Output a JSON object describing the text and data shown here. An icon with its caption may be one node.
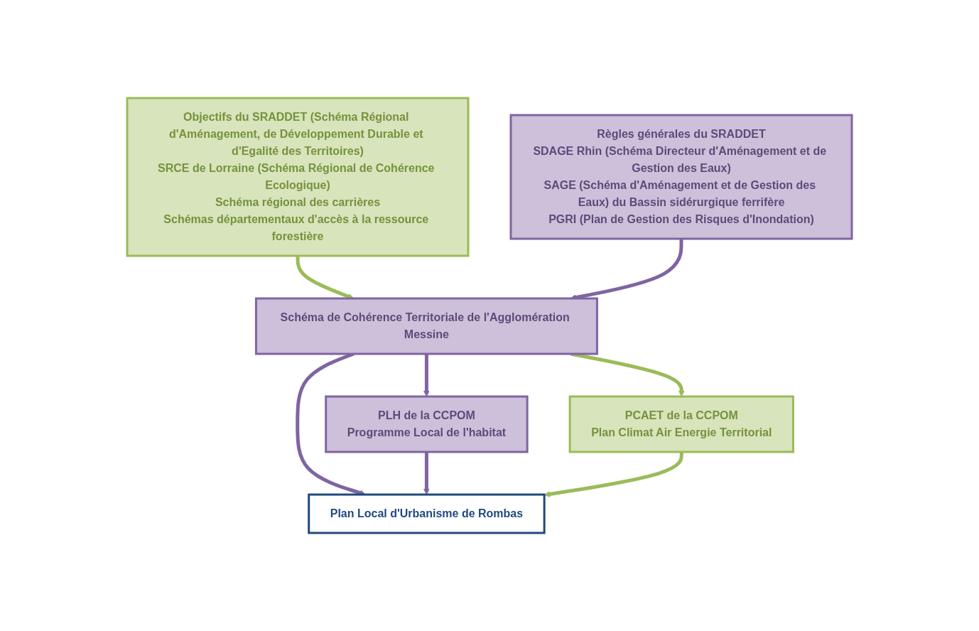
{
  "diagram": {
    "nodes": [
      {
        "text": [
          "Objectifs du SRADDET (Schéma Régional d'Aménagement, de Développement Durable et d'Egalité des Territoires)",
          "SRCE de Lorraine (Schéma Régional de Cohérence Ecologique)",
          "Schéma régional des carrières",
          "Schémas départementaux d'accès à la ressource forestière"
        ]
      },
      {
        "text": [
          "Règles générales du SRADDET",
          "SDAGE Rhin (Schéma Directeur d'Aménagement et de Gestion des Eaux)",
          "SAGE (Schéma d'Aménagement et de Gestion des Eaux) du Bassin sidérurgique ferrifère",
          "PGRI (Plan de Gestion des Risques d'Inondation)"
        ]
      },
      {
        "text": [
          "Schéma de Cohérence Territoriale de l'Agglomération Messine"
        ]
      },
      {
        "text": [
          "PCAET de la CCPOM",
          "Plan Climat Air Energie Territorial"
        ]
      },
      {
        "text": [
          "PLH de la CCPOM",
          "Programme Local de l'habitat"
        ]
      },
      {
        "text": [
          "Plan Local d'Urbanisme de Rombas"
        ]
      }
    ],
    "edges": [
      {
        "from": 0,
        "to": 2,
        "arrow": "to",
        "color": "#9bbb59"
      },
      {
        "from": 1,
        "to": 2,
        "arrow": "to"
      },
      {
        "from": 2,
        "to": 3,
        "arrow": "to",
        "color": "#9bbb59"
      },
      {
        "from": 2,
        "to": 4,
        "arrow": "to"
      },
      {
        "from": 2,
        "to": 5,
        "arrow": "to"
      },
      {
        "from": 4,
        "to": 5,
        "arrow": "to"
      },
      {
        "from": 3,
        "to": 5,
        "arrow": "to",
        "color": "#9bbb59"
      }
    ]
  }
}
